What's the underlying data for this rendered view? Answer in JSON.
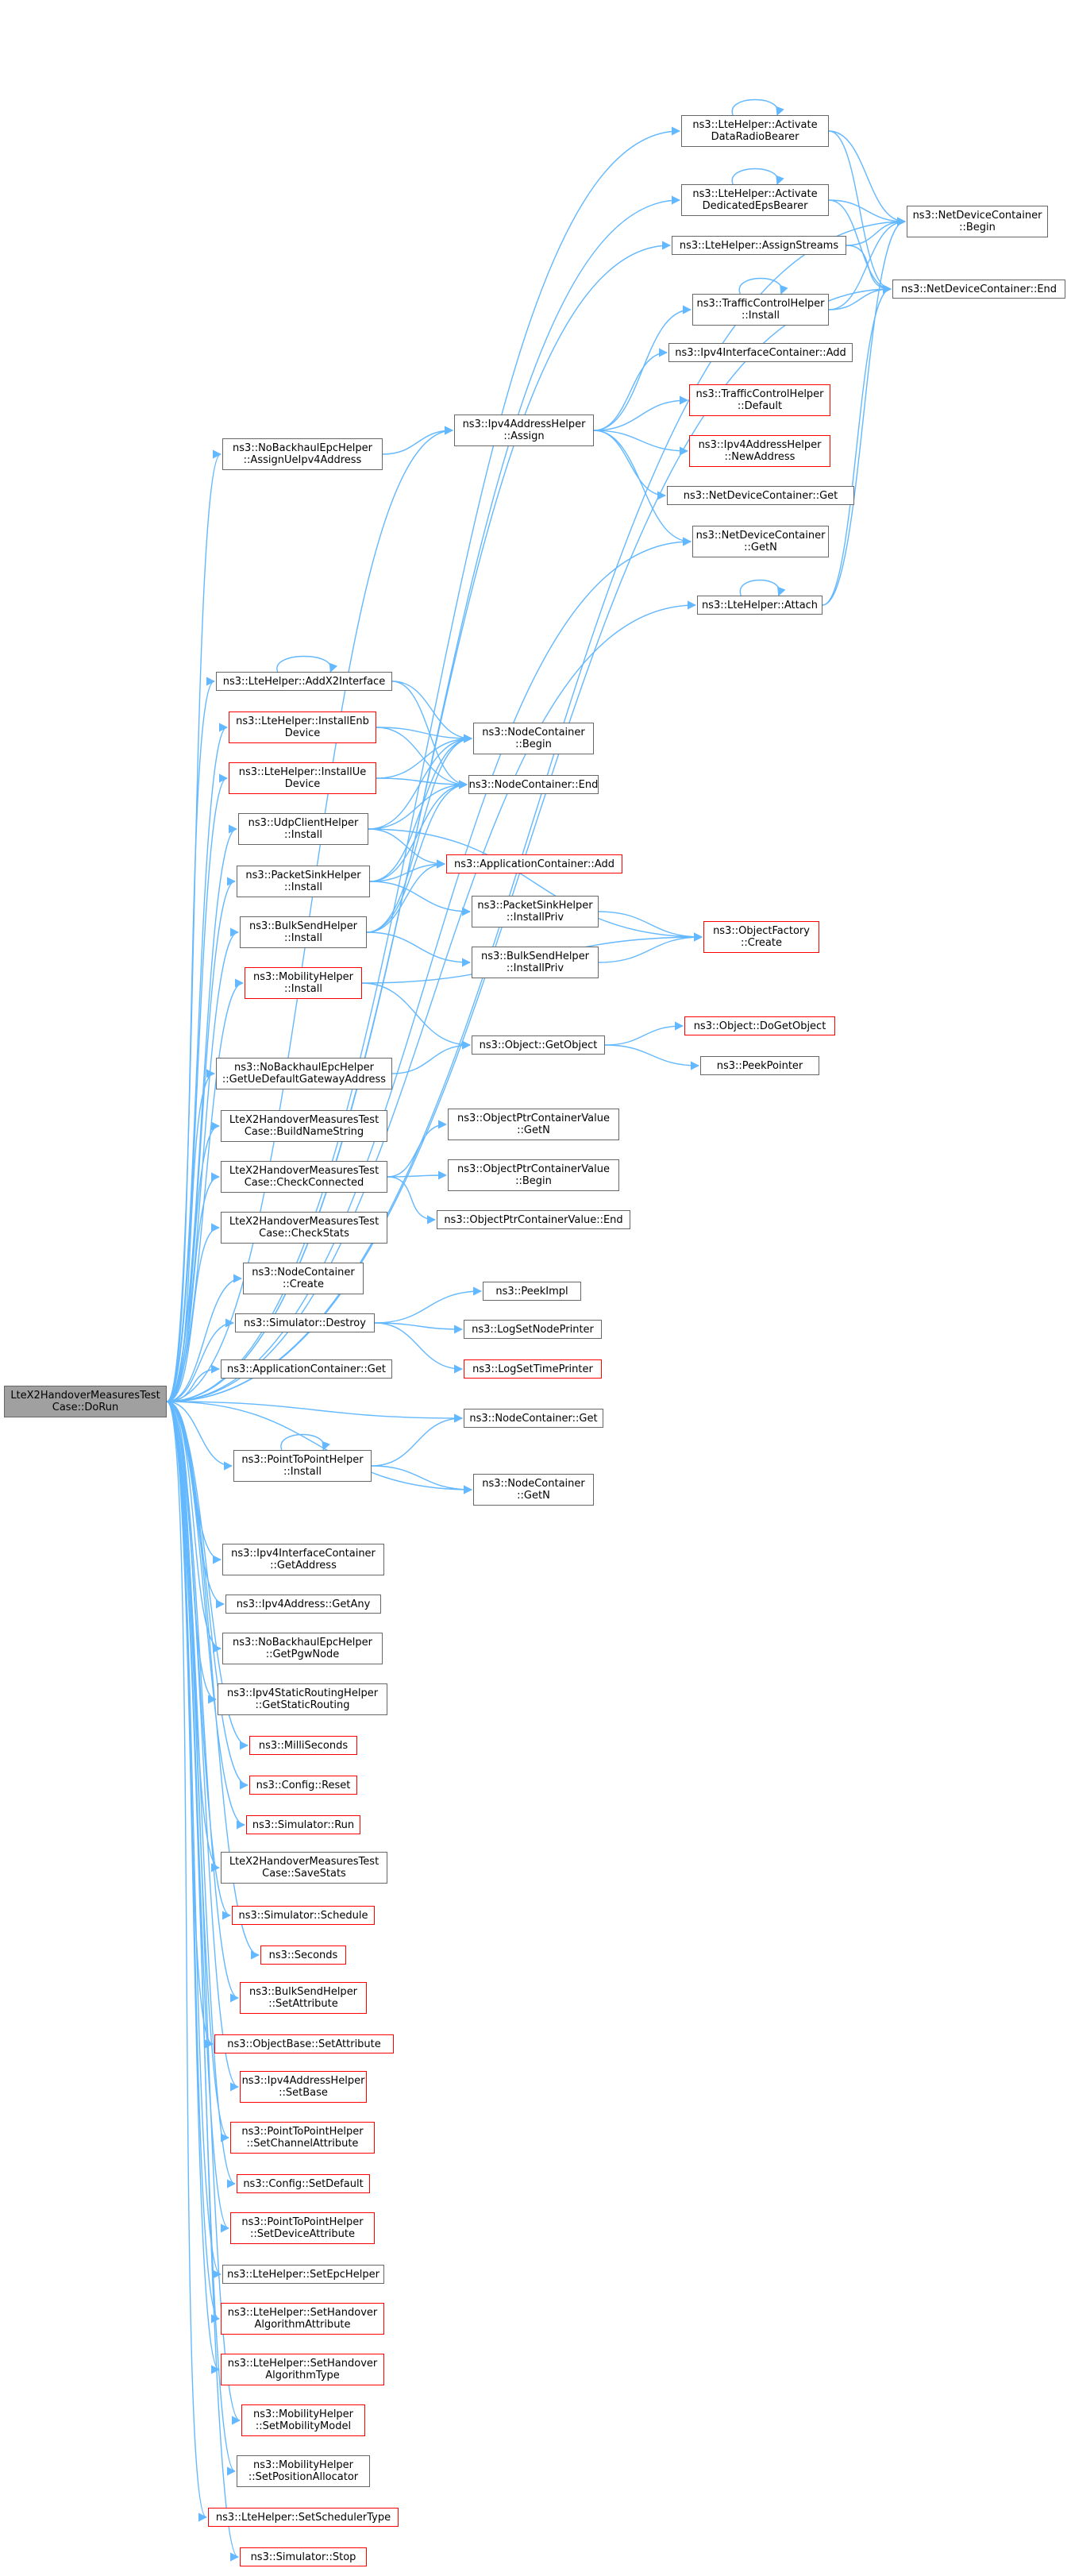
{
  "graph": {
    "colors": {
      "edge": "#63b8ff",
      "border": "#666666",
      "incomplete_border": "#ff0000",
      "root_fill": "#a0a0a0"
    },
    "nodes": [
      {
        "id": "root",
        "lines": [
          "LteX2HandoverMeasuresTest",
          "Case::DoRun"
        ],
        "style": "root"
      },
      {
        "id": "activate_drb",
        "lines": [
          "ns3::LteHelper::Activate",
          "DataRadioBearer"
        ],
        "style": "normal"
      },
      {
        "id": "activate_eps",
        "lines": [
          "ns3::LteHelper::Activate",
          "DedicatedEpsBearer"
        ],
        "style": "normal"
      },
      {
        "id": "assign_streams",
        "lines": [
          "ns3::LteHelper::AssignStreams"
        ],
        "style": "normal"
      },
      {
        "id": "ndc_begin",
        "lines": [
          "ns3::NetDeviceContainer",
          "::Begin"
        ],
        "style": "normal"
      },
      {
        "id": "ndc_end",
        "lines": [
          "ns3::NetDeviceContainer::End"
        ],
        "style": "normal"
      },
      {
        "id": "tch_install",
        "lines": [
          "ns3::TrafficControlHelper",
          "::Install"
        ],
        "style": "normal"
      },
      {
        "id": "ipv4ic_add",
        "lines": [
          "ns3::Ipv4InterfaceContainer::Add"
        ],
        "style": "normal"
      },
      {
        "id": "tch_default",
        "lines": [
          "ns3::TrafficControlHelper",
          "::Default"
        ],
        "style": "red"
      },
      {
        "id": "ipv4ah_newaddr",
        "lines": [
          "ns3::Ipv4AddressHelper",
          "::NewAddress"
        ],
        "style": "red"
      },
      {
        "id": "ndc_get",
        "lines": [
          "ns3::NetDeviceContainer::Get"
        ],
        "style": "normal"
      },
      {
        "id": "ndc_getn",
        "lines": [
          "ns3::NetDeviceContainer",
          "::GetN"
        ],
        "style": "normal"
      },
      {
        "id": "lte_attach",
        "lines": [
          "ns3::LteHelper::Attach"
        ],
        "style": "normal"
      },
      {
        "id": "ipv4ah_assign",
        "lines": [
          "ns3::Ipv4AddressHelper",
          "::Assign"
        ],
        "style": "normal"
      },
      {
        "id": "nbeh_assign",
        "lines": [
          "ns3::NoBackhaulEpcHelper",
          "::AssignUeIpv4Address"
        ],
        "style": "normal"
      },
      {
        "id": "lte_addx2",
        "lines": [
          "ns3::LteHelper::AddX2Interface"
        ],
        "style": "normal"
      },
      {
        "id": "lte_install_enb",
        "lines": [
          "ns3::LteHelper::InstallEnb",
          "Device"
        ],
        "style": "red"
      },
      {
        "id": "lte_install_ue",
        "lines": [
          "ns3::LteHelper::InstallUe",
          "Device"
        ],
        "style": "red"
      },
      {
        "id": "udp_install",
        "lines": [
          "ns3::UdpClientHelper",
          "::Install"
        ],
        "style": "normal"
      },
      {
        "id": "psh_install",
        "lines": [
          "ns3::PacketSinkHelper",
          "::Install"
        ],
        "style": "normal"
      },
      {
        "id": "bsh_install",
        "lines": [
          "ns3::BulkSendHelper",
          "::Install"
        ],
        "style": "normal"
      },
      {
        "id": "mob_install",
        "lines": [
          "ns3::MobilityHelper",
          "::Install"
        ],
        "style": "red"
      },
      {
        "id": "nc_begin",
        "lines": [
          "ns3::NodeContainer",
          "::Begin"
        ],
        "style": "normal"
      },
      {
        "id": "nc_end",
        "lines": [
          "ns3::NodeContainer::End"
        ],
        "style": "normal"
      },
      {
        "id": "ac_add",
        "lines": [
          "ns3::ApplicationContainer::Add"
        ],
        "style": "red"
      },
      {
        "id": "psh_installpriv",
        "lines": [
          "ns3::PacketSinkHelper",
          "::InstallPriv"
        ],
        "style": "normal"
      },
      {
        "id": "bsh_installpriv",
        "lines": [
          "ns3::BulkSendHelper",
          "::InstallPriv"
        ],
        "style": "normal"
      },
      {
        "id": "of_create",
        "lines": [
          "ns3::ObjectFactory",
          "::Create"
        ],
        "style": "red"
      },
      {
        "id": "obj_getobject",
        "lines": [
          "ns3::Object::GetObject"
        ],
        "style": "normal"
      },
      {
        "id": "obj_dogetobject",
        "lines": [
          "ns3::Object::DoGetObject"
        ],
        "style": "red"
      },
      {
        "id": "peekpointer",
        "lines": [
          "ns3::PeekPointer"
        ],
        "style": "normal"
      },
      {
        "id": "nbeh_getue",
        "lines": [
          "ns3::NoBackhaulEpcHelper",
          "::GetUeDefaultGatewayAddress"
        ],
        "style": "normal"
      },
      {
        "id": "t_buildname",
        "lines": [
          "LteX2HandoverMeasuresTest",
          "Case::BuildNameString"
        ],
        "style": "normal"
      },
      {
        "id": "t_checkconn",
        "lines": [
          "LteX2HandoverMeasuresTest",
          "Case::CheckConnected"
        ],
        "style": "normal"
      },
      {
        "id": "opcv_getn",
        "lines": [
          "ns3::ObjectPtrContainerValue",
          "::GetN"
        ],
        "style": "normal"
      },
      {
        "id": "opcv_begin",
        "lines": [
          "ns3::ObjectPtrContainerValue",
          "::Begin"
        ],
        "style": "normal"
      },
      {
        "id": "opcv_end",
        "lines": [
          "ns3::ObjectPtrContainerValue::End"
        ],
        "style": "normal"
      },
      {
        "id": "t_checkstats",
        "lines": [
          "LteX2HandoverMeasuresTest",
          "Case::CheckStats"
        ],
        "style": "normal"
      },
      {
        "id": "nc_create",
        "lines": [
          "ns3::NodeContainer",
          "::Create"
        ],
        "style": "normal"
      },
      {
        "id": "sim_destroy",
        "lines": [
          "ns3::Simulator::Destroy"
        ],
        "style": "normal"
      },
      {
        "id": "peekimpl",
        "lines": [
          "ns3::PeekImpl"
        ],
        "style": "normal"
      },
      {
        "id": "logsetnode",
        "lines": [
          "ns3::LogSetNodePrinter"
        ],
        "style": "normal"
      },
      {
        "id": "logsettime",
        "lines": [
          "ns3::LogSetTimePrinter"
        ],
        "style": "red"
      },
      {
        "id": "ac_get",
        "lines": [
          "ns3::ApplicationContainer::Get"
        ],
        "style": "normal"
      },
      {
        "id": "nc_get",
        "lines": [
          "ns3::NodeContainer::Get"
        ],
        "style": "normal"
      },
      {
        "id": "p2p_install",
        "lines": [
          "ns3::PointToPointHelper",
          "::Install"
        ],
        "style": "normal"
      },
      {
        "id": "nc_getn",
        "lines": [
          "ns3::NodeContainer",
          "::GetN"
        ],
        "style": "normal"
      },
      {
        "id": "ipv4ic_getaddr",
        "lines": [
          "ns3::Ipv4InterfaceContainer",
          "::GetAddress"
        ],
        "style": "normal"
      },
      {
        "id": "ipv4a_getany",
        "lines": [
          "ns3::Ipv4Address::GetAny"
        ],
        "style": "normal"
      },
      {
        "id": "nbeh_getpgw",
        "lines": [
          "ns3::NoBackhaulEpcHelper",
          "::GetPgwNode"
        ],
        "style": "normal"
      },
      {
        "id": "ipv4srh_get",
        "lines": [
          "ns3::Ipv4StaticRoutingHelper",
          "::GetStaticRouting"
        ],
        "style": "normal"
      },
      {
        "id": "milliseconds",
        "lines": [
          "ns3::MilliSeconds"
        ],
        "style": "red"
      },
      {
        "id": "config_reset",
        "lines": [
          "ns3::Config::Reset"
        ],
        "style": "red"
      },
      {
        "id": "sim_run",
        "lines": [
          "ns3::Simulator::Run"
        ],
        "style": "red"
      },
      {
        "id": "t_savestats",
        "lines": [
          "LteX2HandoverMeasuresTest",
          "Case::SaveStats"
        ],
        "style": "normal"
      },
      {
        "id": "sim_schedule",
        "lines": [
          "ns3::Simulator::Schedule"
        ],
        "style": "red"
      },
      {
        "id": "seconds",
        "lines": [
          "ns3::Seconds"
        ],
        "style": "red"
      },
      {
        "id": "bsh_setattr",
        "lines": [
          "ns3::BulkSendHelper",
          "::SetAttribute"
        ],
        "style": "red"
      },
      {
        "id": "ob_setattr",
        "lines": [
          "ns3::ObjectBase::SetAttribute"
        ],
        "style": "red"
      },
      {
        "id": "ipv4ah_setbase",
        "lines": [
          "ns3::Ipv4AddressHelper",
          "::SetBase"
        ],
        "style": "red"
      },
      {
        "id": "p2p_setchan",
        "lines": [
          "ns3::PointToPointHelper",
          "::SetChannelAttribute"
        ],
        "style": "red"
      },
      {
        "id": "config_setdefault",
        "lines": [
          "ns3::Config::SetDefault"
        ],
        "style": "red"
      },
      {
        "id": "p2p_setdev",
        "lines": [
          "ns3::PointToPointHelper",
          "::SetDeviceAttribute"
        ],
        "style": "red"
      },
      {
        "id": "lte_setepc",
        "lines": [
          "ns3::LteHelper::SetEpcHelper"
        ],
        "style": "normal"
      },
      {
        "id": "lte_sethoattr",
        "lines": [
          "ns3::LteHelper::SetHandover",
          "AlgorithmAttribute"
        ],
        "style": "red"
      },
      {
        "id": "lte_sethotype",
        "lines": [
          "ns3::LteHelper::SetHandover",
          "AlgorithmType"
        ],
        "style": "red"
      },
      {
        "id": "mob_setmodel",
        "lines": [
          "ns3::MobilityHelper",
          "::SetMobilityModel"
        ],
        "style": "red"
      },
      {
        "id": "mob_setpos",
        "lines": [
          "ns3::MobilityHelper",
          "::SetPositionAllocator"
        ],
        "style": "normal"
      },
      {
        "id": "lte_setsched",
        "lines": [
          "ns3::LteHelper::SetSchedulerType"
        ],
        "style": "red"
      },
      {
        "id": "sim_stop",
        "lines": [
          "ns3::Simulator::Stop"
        ],
        "style": "red"
      }
    ],
    "edges": [
      [
        "root",
        "activate_drb"
      ],
      [
        "root",
        "activate_eps"
      ],
      [
        "root",
        "assign_streams"
      ],
      [
        "root",
        "ndc_begin"
      ],
      [
        "root",
        "nbeh_assign"
      ],
      [
        "root",
        "ipv4ah_assign"
      ],
      [
        "root",
        "ndc_getn"
      ],
      [
        "root",
        "lte_attach"
      ],
      [
        "root",
        "ndc_end"
      ],
      [
        "root",
        "lte_addx2"
      ],
      [
        "root",
        "lte_install_enb"
      ],
      [
        "root",
        "lte_install_ue"
      ],
      [
        "root",
        "udp_install"
      ],
      [
        "root",
        "psh_install"
      ],
      [
        "root",
        "bsh_install"
      ],
      [
        "root",
        "mob_install"
      ],
      [
        "root",
        "nbeh_getue"
      ],
      [
        "root",
        "t_buildname"
      ],
      [
        "root",
        "t_checkconn"
      ],
      [
        "root",
        "t_checkstats"
      ],
      [
        "root",
        "nc_create"
      ],
      [
        "root",
        "sim_destroy"
      ],
      [
        "root",
        "ac_get"
      ],
      [
        "root",
        "nc_get"
      ],
      [
        "root",
        "p2p_install"
      ],
      [
        "root",
        "nc_getn"
      ],
      [
        "root",
        "ipv4ic_getaddr"
      ],
      [
        "root",
        "ipv4a_getany"
      ],
      [
        "root",
        "nbeh_getpgw"
      ],
      [
        "root",
        "ipv4srh_get"
      ],
      [
        "root",
        "milliseconds"
      ],
      [
        "root",
        "config_reset"
      ],
      [
        "root",
        "sim_run"
      ],
      [
        "root",
        "t_savestats"
      ],
      [
        "root",
        "sim_schedule"
      ],
      [
        "root",
        "seconds"
      ],
      [
        "root",
        "bsh_setattr"
      ],
      [
        "root",
        "ob_setattr"
      ],
      [
        "root",
        "ipv4ah_setbase"
      ],
      [
        "root",
        "p2p_setchan"
      ],
      [
        "root",
        "config_setdefault"
      ],
      [
        "root",
        "p2p_setdev"
      ],
      [
        "root",
        "lte_setepc"
      ],
      [
        "root",
        "lte_sethoattr"
      ],
      [
        "root",
        "lte_sethotype"
      ],
      [
        "root",
        "mob_setmodel"
      ],
      [
        "root",
        "mob_setpos"
      ],
      [
        "root",
        "lte_setsched"
      ],
      [
        "root",
        "sim_stop"
      ],
      [
        "activate_drb",
        "activate_drb"
      ],
      [
        "activate_drb",
        "ndc_begin"
      ],
      [
        "activate_drb",
        "ndc_end"
      ],
      [
        "activate_eps",
        "activate_eps"
      ],
      [
        "activate_eps",
        "ndc_begin"
      ],
      [
        "activate_eps",
        "ndc_end"
      ],
      [
        "assign_streams",
        "ndc_begin"
      ],
      [
        "assign_streams",
        "ndc_end"
      ],
      [
        "tch_install",
        "tch_install"
      ],
      [
        "tch_install",
        "ndc_begin"
      ],
      [
        "tch_install",
        "ndc_end"
      ],
      [
        "nbeh_assign",
        "ipv4ah_assign"
      ],
      [
        "ipv4ah_assign",
        "tch_install"
      ],
      [
        "ipv4ah_assign",
        "ipv4ic_add"
      ],
      [
        "ipv4ah_assign",
        "tch_default"
      ],
      [
        "ipv4ah_assign",
        "ipv4ah_newaddr"
      ],
      [
        "ipv4ah_assign",
        "ndc_get"
      ],
      [
        "ipv4ah_assign",
        "ndc_getn"
      ],
      [
        "lte_attach",
        "lte_attach"
      ],
      [
        "lte_attach",
        "ndc_begin"
      ],
      [
        "lte_attach",
        "ndc_end"
      ],
      [
        "lte_addx2",
        "lte_addx2"
      ],
      [
        "lte_addx2",
        "nc_begin"
      ],
      [
        "lte_addx2",
        "nc_end"
      ],
      [
        "lte_install_enb",
        "nc_begin"
      ],
      [
        "lte_install_enb",
        "nc_end"
      ],
      [
        "lte_install_ue",
        "nc_begin"
      ],
      [
        "lte_install_ue",
        "nc_end"
      ],
      [
        "udp_install",
        "nc_begin"
      ],
      [
        "udp_install",
        "nc_end"
      ],
      [
        "udp_install",
        "ac_add"
      ],
      [
        "udp_install",
        "of_create"
      ],
      [
        "psh_install",
        "nc_begin"
      ],
      [
        "psh_install",
        "nc_end"
      ],
      [
        "psh_install",
        "ac_add"
      ],
      [
        "psh_install",
        "psh_installpriv"
      ],
      [
        "bsh_install",
        "nc_begin"
      ],
      [
        "bsh_install",
        "nc_end"
      ],
      [
        "bsh_install",
        "ac_add"
      ],
      [
        "bsh_install",
        "bsh_installpriv"
      ],
      [
        "psh_installpriv",
        "of_create"
      ],
      [
        "bsh_installpriv",
        "of_create"
      ],
      [
        "mob_install",
        "obj_getobject"
      ],
      [
        "mob_install",
        "of_create"
      ],
      [
        "nbeh_getue",
        "obj_getobject"
      ],
      [
        "obj_getobject",
        "obj_dogetobject"
      ],
      [
        "obj_getobject",
        "peekpointer"
      ],
      [
        "t_checkconn",
        "opcv_getn"
      ],
      [
        "t_checkconn",
        "opcv_begin"
      ],
      [
        "t_checkconn",
        "opcv_end"
      ],
      [
        "sim_destroy",
        "peekimpl"
      ],
      [
        "sim_destroy",
        "logsetnode"
      ],
      [
        "sim_destroy",
        "logsettime"
      ],
      [
        "p2p_install",
        "p2p_install"
      ],
      [
        "p2p_install",
        "nc_get"
      ],
      [
        "p2p_install",
        "nc_getn"
      ]
    ]
  }
}
